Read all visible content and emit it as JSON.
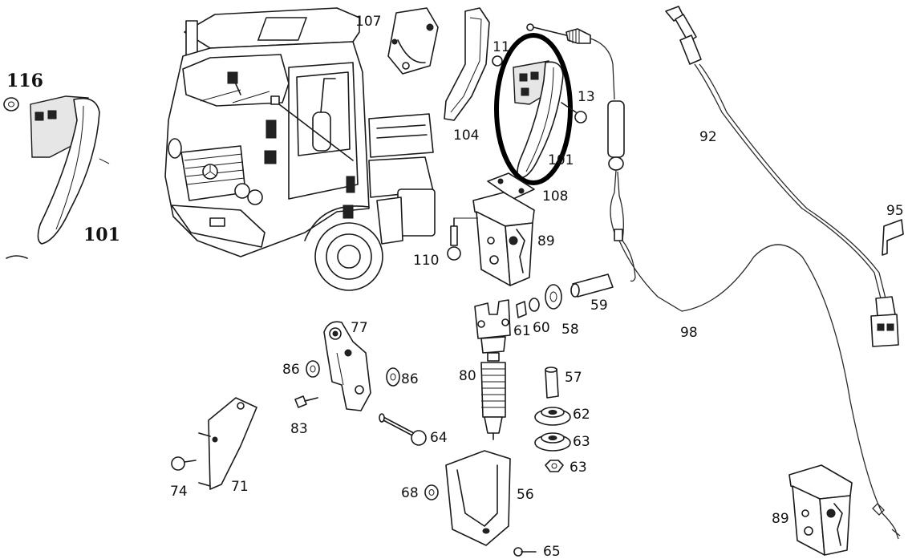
{
  "figure": {
    "inset": {
      "labels": [
        "116",
        "101"
      ]
    },
    "part_labels": [
      {
        "id": "107",
        "text": "107"
      },
      {
        "id": "104",
        "text": "104"
      },
      {
        "id": "113a",
        "text": "11"
      },
      {
        "id": "113b",
        "text": "13"
      },
      {
        "id": "101",
        "text": "101"
      },
      {
        "id": "108",
        "text": "108"
      },
      {
        "id": "89a",
        "text": "89"
      },
      {
        "id": "110",
        "text": "110"
      },
      {
        "id": "92",
        "text": "92"
      },
      {
        "id": "95",
        "text": "95"
      },
      {
        "id": "98",
        "text": "98"
      },
      {
        "id": "59",
        "text": "59"
      },
      {
        "id": "58",
        "text": "58"
      },
      {
        "id": "60",
        "text": "60"
      },
      {
        "id": "61",
        "text": "61"
      },
      {
        "id": "77",
        "text": "77"
      },
      {
        "id": "86a",
        "text": "86"
      },
      {
        "id": "86b",
        "text": "86"
      },
      {
        "id": "83",
        "text": "83"
      },
      {
        "id": "80",
        "text": "80"
      },
      {
        "id": "57",
        "text": "57"
      },
      {
        "id": "62",
        "text": "62"
      },
      {
        "id": "63a",
        "text": "63"
      },
      {
        "id": "63b",
        "text": "63"
      },
      {
        "id": "64",
        "text": "64"
      },
      {
        "id": "74",
        "text": "74"
      },
      {
        "id": "71",
        "text": "71"
      },
      {
        "id": "68",
        "text": "68"
      },
      {
        "id": "56",
        "text": "56"
      },
      {
        "id": "65",
        "text": "65"
      },
      {
        "id": "89b",
        "text": "89"
      }
    ],
    "highlight": {
      "color": "#000000",
      "target": "101"
    }
  }
}
